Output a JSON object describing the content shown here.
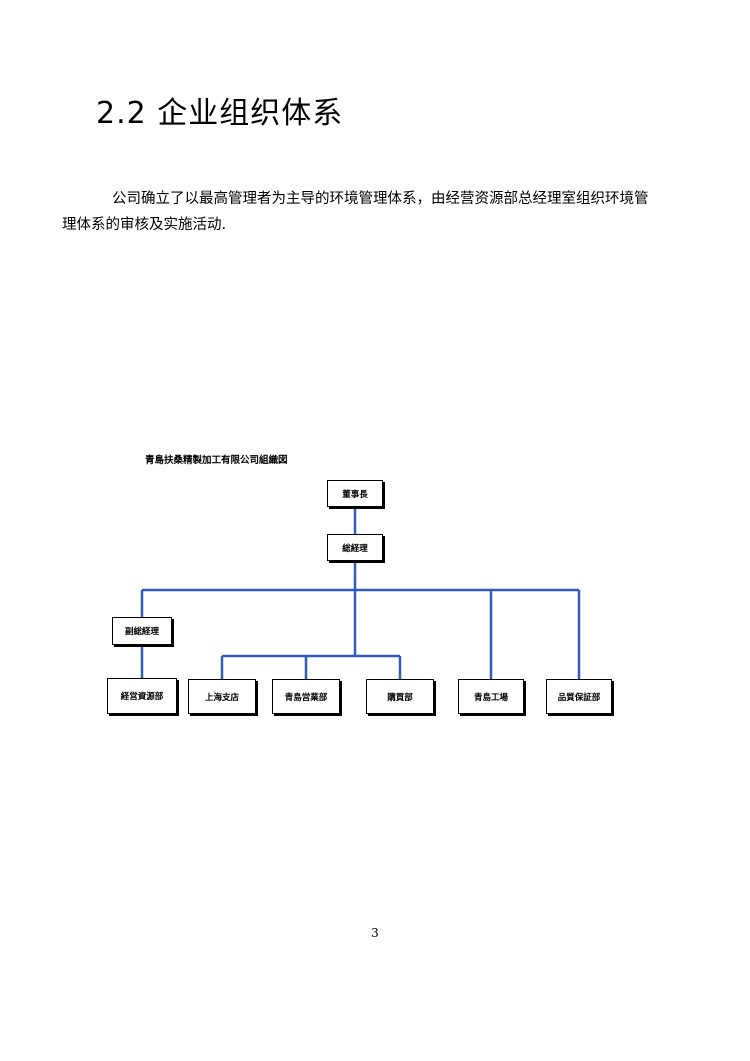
{
  "document": {
    "heading": "2.2 企业组织体系",
    "paragraph": "公司确立了以最高管理者为主导的环境管理体系，由经营资源部总经理室组织环境管理体系的审核及实施活动.",
    "page_number": "3"
  },
  "org_chart": {
    "title": "青島扶桑精製加工有限公司組織図",
    "line_color": "#2f5db8",
    "nodes": {
      "chairman": "董事長",
      "general_manager": "総経理",
      "deputy_general_manager": "副総経理",
      "business_resources": "経営資源部",
      "shanghai_branch": "上海支店",
      "qingdao_sales": "青島営業部",
      "purchasing": "購買部",
      "qingdao_factory": "青島工場",
      "quality_assurance": "品質保証部"
    }
  }
}
